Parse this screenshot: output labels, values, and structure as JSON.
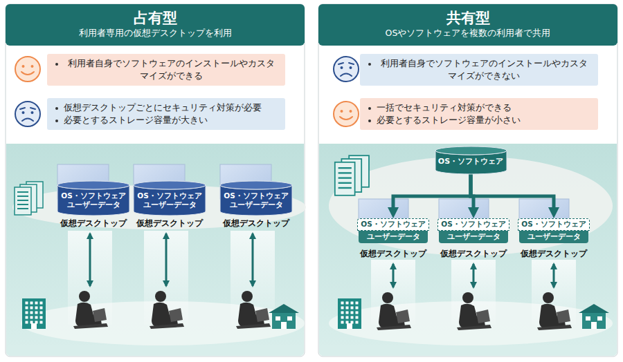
{
  "diagram": {
    "nodes": [
      {
        "text": [
          "占有型",
          "利用者専用の仮想デスクトップを利用"
        ]
      },
      {
        "text": [
          "利用者自身でソフトウェアのインストールやカスタマイズができる"
        ],
        "in": 0
      },
      {
        "text": [
          "仮想デスクトップごとにセキュリティ対策が必要",
          "必要とするストレージ容量が大きい"
        ],
        "in": 0
      },
      {
        "text": [
          "OS・ソフトウェア",
          "ユーザーデータ",
          "仮想デスクトップ"
        ],
        "in": 0
      },
      {
        "text": [
          "OS・ソフトウェア",
          "ユーザーデータ",
          "仮想デスクトップ"
        ],
        "in": 0
      },
      {
        "text": [
          "OS・ソフトウェア",
          "ユーザーデータ",
          "仮想デスクトップ"
        ],
        "in": 0
      },
      {
        "text": [
          "共有型",
          "OSやソフトウェアを複数の利用者で共用"
        ]
      },
      {
        "text": [
          "利用者自身でソフトウェアのインストールやカスタマイズができない"
        ],
        "in": 6
      },
      {
        "text": [
          "一括でセキュリティ対策ができる",
          "必要とするストレージ容量が小さい"
        ],
        "in": 6
      },
      {
        "text": [
          "OS・ソフトウェア"
        ],
        "in": 6
      },
      {
        "text": [
          "仮想デスクトップ"
        ],
        "in": 6
      },
      {
        "text": [
          "OS・ソフトウェア"
        ],
        "in": 10
      },
      {
        "text": [
          "ユーザーデータ"
        ],
        "in": 10
      },
      {
        "text": [
          "仮想デスクトップ"
        ],
        "in": 6
      },
      {
        "text": [
          "OS・ソフトウェア"
        ],
        "in": 13
      },
      {
        "text": [
          "ユーザーデータ"
        ],
        "in": 13
      },
      {
        "text": [
          "仮想デスクトップ"
        ],
        "in": 6
      },
      {
        "text": [
          "OS・ソフトウェア"
        ],
        "in": 16
      },
      {
        "text": [
          "ユーザーデータ"
        ],
        "in": 16
      }
    ],
    "edges": [
      {
        "from": 9,
        "to": 11,
        "arrow": "to"
      },
      {
        "from": 9,
        "to": 14,
        "arrow": "to"
      },
      {
        "from": 9,
        "to": 17,
        "arrow": "to"
      }
    ]
  }
}
